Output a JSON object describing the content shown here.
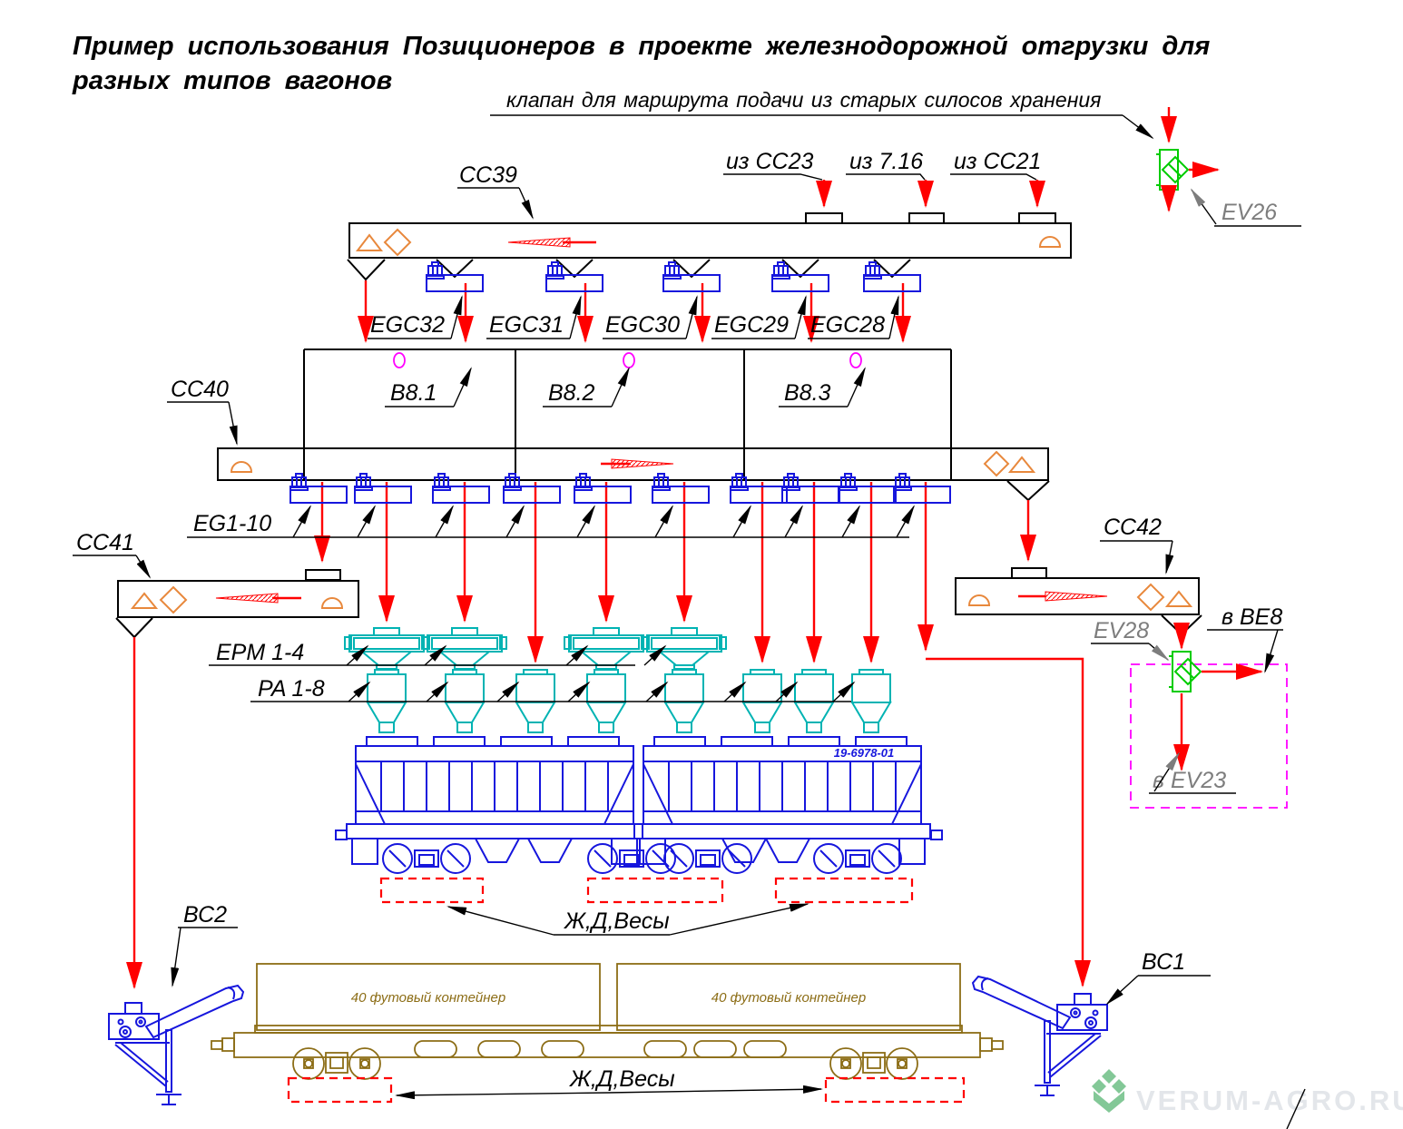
{
  "title": {
    "line1": "Пример использования Позиционеров в проекте железнодорожной отгрузки для",
    "line2": "разных типов вагонов"
  },
  "annotations": {
    "valve_note": "клапан для маршрута подачи из старых силосов хранения",
    "rail_scales_top": "Ж,Д,Весы",
    "rail_scales_bottom": "Ж,Д,Весы"
  },
  "conveyors": {
    "cc39": "СС39",
    "cc40": "СС40",
    "cc41": "СС41",
    "cc42": "СС42"
  },
  "sources": {
    "from_cc23": "из СС23",
    "from_716": "из 7.16",
    "from_cc21": "из СС21"
  },
  "valves": {
    "ev26": "EV26",
    "ev28": "EV28",
    "to_be8": "в BE8",
    "to_ev23": "в EV23"
  },
  "gates": {
    "egc": [
      "EGC32",
      "EGC31",
      "EGC30",
      "EGC29",
      "EGC28"
    ],
    "eg_group": "EG1-10"
  },
  "bins": [
    "B8.1",
    "B8.2",
    "B8.3"
  ],
  "loading": {
    "epm_group": "EPM 1-4",
    "pa_group": "PA 1-8"
  },
  "positioners": {
    "bc1": "ВС1",
    "bc2": "ВС2"
  },
  "wagons": {
    "hopper_marking": "19-6978-01",
    "containers": [
      "40 футовый контейнер",
      "40 футовый контейнер"
    ]
  },
  "watermark": {
    "text": "VERUM-AGRO.RU"
  },
  "colors": {
    "flow_red": "#ff0000",
    "equipment_blue": "#1616dd",
    "spout_cyan": "#00b3b3",
    "valve_green": "#00cc00",
    "sensor_magenta": "#ff00ff",
    "conveyor_symbol_orange": "#e8883c",
    "flat_wagon_brown": "#8c6d16",
    "label_gray": "#7d7d7d"
  }
}
